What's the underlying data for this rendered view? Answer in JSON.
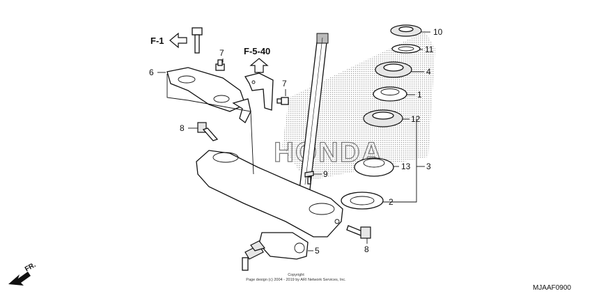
{
  "diagram": {
    "callouts": [
      {
        "id": "c10",
        "label": "10"
      },
      {
        "id": "c11",
        "label": "11"
      },
      {
        "id": "c4",
        "label": "4"
      },
      {
        "id": "c1",
        "label": "1"
      },
      {
        "id": "c12",
        "label": "12"
      },
      {
        "id": "c13",
        "label": "13"
      },
      {
        "id": "c3",
        "label": "3"
      },
      {
        "id": "c2",
        "label": "2"
      },
      {
        "id": "c9",
        "label": "9"
      },
      {
        "id": "c8a",
        "label": "8"
      },
      {
        "id": "c8b",
        "label": "8"
      },
      {
        "id": "c7a",
        "label": "7"
      },
      {
        "id": "c7b",
        "label": "7"
      },
      {
        "id": "c6",
        "label": "6"
      },
      {
        "id": "c5",
        "label": "5"
      }
    ],
    "refs": {
      "f1": "F-1",
      "f540": "F-5-40"
    },
    "watermark": "HONDA",
    "direction_label": "FR.",
    "copyright_line1": "Copyright",
    "copyright_line2": "Page design (c) 2004 - 2019 by ARI Network Services, Inc.",
    "diagram_code": "MJAAF0900"
  }
}
